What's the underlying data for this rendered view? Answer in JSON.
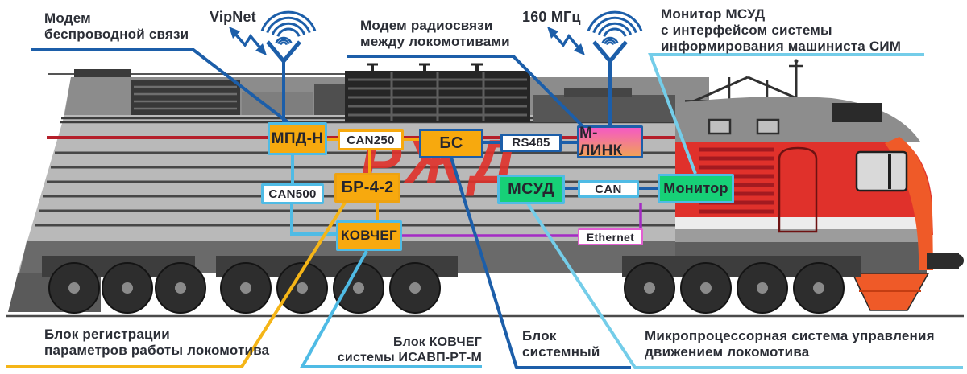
{
  "callouts": {
    "modem_wireless": "Модем\nбеспроводной связи",
    "vipnet": "VipNet",
    "modem_radio": "Модем радиосвязи\nмежду локомотивами",
    "freq_160": "160 МГц",
    "monitor_msud": "Монитор МСУД\nс интерфейсом системы\nинформирования машиниста СИМ",
    "reg_block": "Блок регистрации\nпараметров работы локомотива",
    "kovcheg_block": "Блок КОВЧЕГ\nсистемы ИСАВП-РТ-М",
    "system_block": "Блок\nсистемный",
    "msud_system": "Микропроцессорная система управления\nдвижением локомотива"
  },
  "blocks": {
    "mpdn": "МПД-Н",
    "can250": "CAN250",
    "bs": "БС",
    "rs485": "RS485",
    "mlink": "М-ЛИНК",
    "can500": "CAN500",
    "br42": "БР-4-2",
    "kovcheg": "КОВЧЕГ",
    "msud": "МСУД",
    "can": "CAN",
    "monitor": "Монитор",
    "ethernet": "Ethernet"
  },
  "train": {
    "logo": "РЖД"
  },
  "icons": [
    "vipnet-antenna-icon",
    "radio-antenna-icon",
    "radio-link-arrow-icon"
  ],
  "colors": {
    "orange": "#f7a90e",
    "cyan": "#4fbbe5",
    "dark_blue": "#1c5ea9",
    "light_cyan": "#74cde9",
    "green": "#17d077",
    "magenta_border": "#e25fd2",
    "purple_line": "#a42bc4",
    "mlink_gradient_top": "#f55ac4",
    "mlink_gradient_bottom": "#f1a158",
    "callout_orange": "#f5b517",
    "text": "#2b2e36",
    "train_red": "#e0312b",
    "train_orange": "#ef5a28"
  }
}
